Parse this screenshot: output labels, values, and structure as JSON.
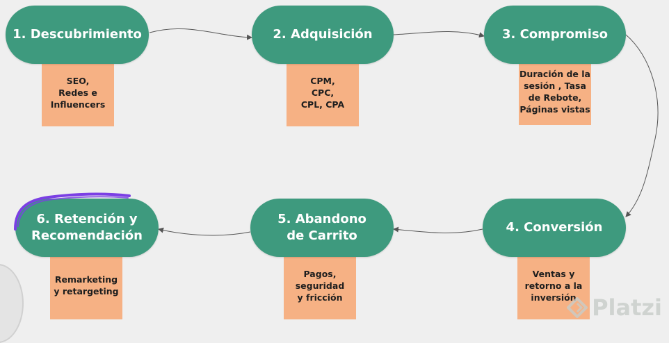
{
  "stages": [
    {
      "title": "1. Descubrimiento",
      "detail": "SEO,\nRedes e\nInfluencers"
    },
    {
      "title": "2. Adquisición",
      "detail": "CPM,\nCPC,\nCPL, CPA"
    },
    {
      "title": "3. Compromiso",
      "detail": "Duración de la\nsesión , Tasa\nde Rebote,\nPáginas vistas"
    },
    {
      "title": "4. Conversión",
      "detail": "Ventas y\nretorno a la\ninversión"
    },
    {
      "title": "5. Abandono\nde Carrito",
      "detail": "Pagos,\nseguridad\ny fricción"
    },
    {
      "title": "6. Retención y\nRecomendación",
      "detail": "Remarketing\ny retargeting"
    }
  ],
  "watermark": {
    "text": "Platzi",
    "icon": "platzi-logo-icon"
  },
  "colors": {
    "pill": "#3e9a7e",
    "box": "#f6b184",
    "highlight": "#7b3fe4",
    "arrow": "#555555"
  }
}
